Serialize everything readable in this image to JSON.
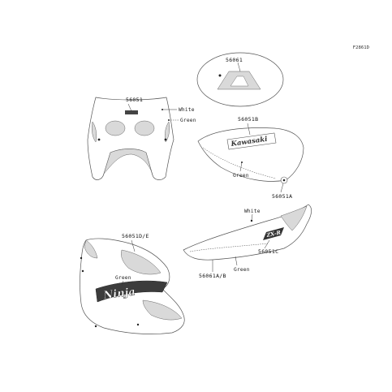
{
  "figure_code": "F2861D",
  "callouts": {
    "top_decal": "56061",
    "cowl_decal": "56051",
    "tank_decal": "56051B",
    "tank_small_decal": "56051A",
    "tail_decal": "56051C",
    "tail_lower_decal": "56061A/B",
    "fairing_decal": "56051D/E"
  },
  "color_labels": {
    "cowl_upper": "White",
    "cowl_lower": "Green",
    "tank": "Green",
    "tail_upper": "White",
    "tail_lower": "Green",
    "fairing": "Green"
  },
  "logo_text": {
    "tank_brand": "Kawasaki",
    "tail_model": "ZX-R",
    "fairing_model": "Ninja"
  }
}
